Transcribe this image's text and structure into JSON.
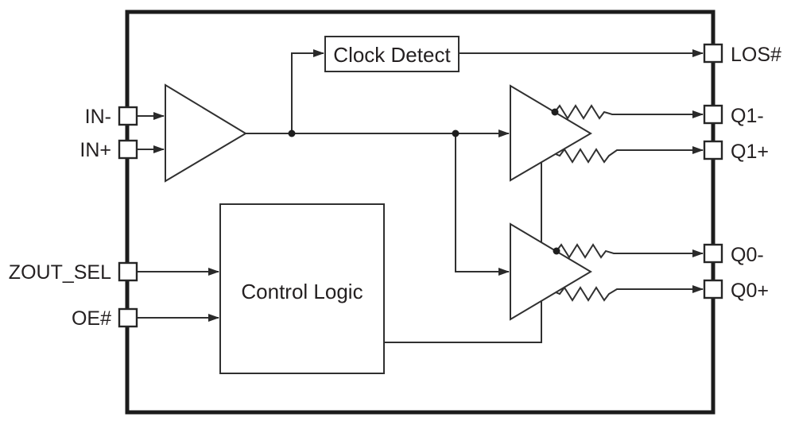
{
  "diagram": {
    "kind": "ic-functional-block-diagram",
    "blocks": {
      "clock_detect": "Clock Detect",
      "control_logic": "Control Logic"
    },
    "pins": {
      "in_minus": "IN-",
      "in_plus": "IN+",
      "zout_sel": "ZOUT_SEL",
      "oe": "OE#",
      "los": "LOS#",
      "q1_minus": "Q1-",
      "q1_plus": "Q1+",
      "q0_minus": "Q0-",
      "q0_plus": "Q0+"
    },
    "icons": {
      "buffer_amplifier": "triangle-buffer-symbol",
      "series_resistor": "zigzag-resistor-symbol",
      "junction_dot": "filled-circle-junction",
      "signal_arrow": "filled-arrowhead"
    },
    "colors": {
      "ink": "#303030",
      "chip_border": "#1c1c1c",
      "background": "#ffffff"
    }
  }
}
